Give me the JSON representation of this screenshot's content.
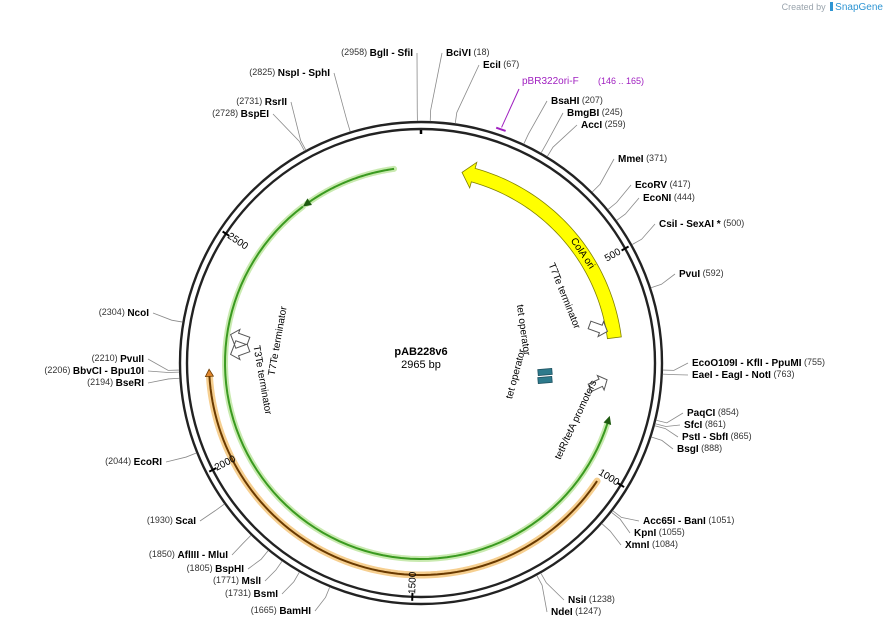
{
  "credit": {
    "text": "Created by",
    "brand": "SnapGene"
  },
  "plasmid": {
    "name": "pAB228v6",
    "length_label": "2965 bp",
    "length": 2965
  },
  "ticks": [
    {
      "pos": 500,
      "label": "500"
    },
    {
      "pos": 1000,
      "label": "1000"
    },
    {
      "pos": 1500,
      "label": "1500"
    },
    {
      "pos": 2000,
      "label": "2000"
    },
    {
      "pos": 2500,
      "label": "2500"
    }
  ],
  "features": [
    {
      "id": "cola-ori",
      "label": "ColA ori",
      "start": 100,
      "end": 680,
      "dir": -1,
      "color": "#ffff00",
      "stroke": "#808000",
      "kind": "arrow"
    },
    {
      "id": "t7te-top",
      "label": "T7Te terminator",
      "start": 680,
      "end": 720,
      "dir": 1,
      "color": "#ffffff",
      "stroke": "#555555",
      "kind": "term"
    },
    {
      "id": "tet-op-1",
      "label": "tet operator",
      "start": 760,
      "end": 780,
      "dir": 1,
      "color": "#2d7a8c",
      "stroke": "#1e5160",
      "kind": "box"
    },
    {
      "id": "tet-op-2",
      "label": "tet operator",
      "start": 782,
      "end": 802,
      "dir": 1,
      "color": "#2d7a8c",
      "stroke": "#1e5160",
      "kind": "box"
    },
    {
      "id": "tetr-promoters",
      "label": "tetR/tetA promoters",
      "start": 820,
      "end": 860,
      "dir": 1,
      "color": "#ffffff",
      "stroke": "#555555",
      "kind": "promoter"
    },
    {
      "id": "green-orf",
      "label": "",
      "start": 860,
      "end": 2680,
      "dir": -1,
      "color": "#3a9a20",
      "stroke": "#1e5a10",
      "kind": "arrow"
    },
    {
      "id": "orange-orf",
      "label": "",
      "start": 1020,
      "end": 2210,
      "dir": 1,
      "color": "#e08830",
      "stroke": "#6a3a00",
      "kind": "arrow"
    },
    {
      "id": "t7te-left",
      "label": "T7Te terminator",
      "start": 2240,
      "end": 2280,
      "dir": -1,
      "color": "#ffffff",
      "stroke": "#555555",
      "kind": "term"
    },
    {
      "id": "t3te-left",
      "label": "T3Te terminator",
      "start": 2200,
      "end": 2235,
      "dir": -1,
      "color": "#ffffff",
      "stroke": "#555555",
      "kind": "term"
    }
  ],
  "primer": {
    "label": "pBR322ori-F",
    "range_label": "(146 .. 165)",
    "start": 146,
    "end": 165
  },
  "enzymes": [
    {
      "pos": 18,
      "names": [
        "BciVI"
      ],
      "num_label": "(18)",
      "side": "R"
    },
    {
      "pos": 67,
      "names": [
        "EciI"
      ],
      "num_label": "(67)",
      "side": "R"
    },
    {
      "pos": 207,
      "names": [
        "BsaHI"
      ],
      "num_label": "(207)",
      "side": "R"
    },
    {
      "pos": 245,
      "names": [
        "BmgBI"
      ],
      "num_label": "(245)",
      "side": "R"
    },
    {
      "pos": 259,
      "names": [
        "AccI"
      ],
      "num_label": "(259)",
      "side": "R"
    },
    {
      "pos": 371,
      "names": [
        "MmeI"
      ],
      "num_label": "(371)",
      "side": "R"
    },
    {
      "pos": 417,
      "names": [
        "EcoRV"
      ],
      "num_label": "(417)",
      "side": "R"
    },
    {
      "pos": 444,
      "names": [
        "EcoNI"
      ],
      "num_label": "(444)",
      "side": "R"
    },
    {
      "pos": 500,
      "names": [
        "CsiI",
        "SexAI *"
      ],
      "num_label": "(500)",
      "side": "R"
    },
    {
      "pos": 592,
      "names": [
        "PvuI"
      ],
      "num_label": "(592)",
      "side": "R"
    },
    {
      "pos": 755,
      "names": [
        "EcoO109I",
        "KflI",
        "PpuMI"
      ],
      "num_label": "(755)",
      "side": "R"
    },
    {
      "pos": 763,
      "names": [
        "EaeI",
        "EagI",
        "NotI"
      ],
      "num_label": "(763)",
      "side": "R"
    },
    {
      "pos": 854,
      "names": [
        "PaqCI"
      ],
      "num_label": "(854)",
      "side": "R"
    },
    {
      "pos": 861,
      "names": [
        "SfcI"
      ],
      "num_label": "(861)",
      "side": "R"
    },
    {
      "pos": 865,
      "names": [
        "PstI",
        "SbfI"
      ],
      "num_label": "(865)",
      "side": "R"
    },
    {
      "pos": 888,
      "names": [
        "BsgI"
      ],
      "num_label": "(888)",
      "side": "R"
    },
    {
      "pos": 1051,
      "names": [
        "Acc65I",
        "BanI"
      ],
      "num_label": "(1051)",
      "side": "R"
    },
    {
      "pos": 1055,
      "names": [
        "KpnI"
      ],
      "num_label": "(1055)",
      "side": "R"
    },
    {
      "pos": 1084,
      "names": [
        "XmnI"
      ],
      "num_label": "(1084)",
      "side": "R"
    },
    {
      "pos": 1238,
      "names": [
        "NsiI"
      ],
      "num_label": "(1238)",
      "side": "R"
    },
    {
      "pos": 1247,
      "names": [
        "NdeI"
      ],
      "num_label": "(1247)",
      "side": "R"
    },
    {
      "pos": 1665,
      "names": [
        "BamHI"
      ],
      "num_label": "(1665)",
      "side": "L"
    },
    {
      "pos": 1731,
      "names": [
        "BsmI"
      ],
      "num_label": "(1731)",
      "side": "L"
    },
    {
      "pos": 1771,
      "names": [
        "MslI"
      ],
      "num_label": "(1771)",
      "side": "L"
    },
    {
      "pos": 1805,
      "names": [
        "BspHI"
      ],
      "num_label": "(1805)",
      "side": "L"
    },
    {
      "pos": 1850,
      "names": [
        "AflIII",
        "MluI"
      ],
      "num_label": "(1850)",
      "side": "L"
    },
    {
      "pos": 1930,
      "names": [
        "ScaI"
      ],
      "num_label": "(1930)",
      "side": "L"
    },
    {
      "pos": 2044,
      "names": [
        "EcoRI"
      ],
      "num_label": "(2044)",
      "side": "L"
    },
    {
      "pos": 2194,
      "names": [
        "BseRI"
      ],
      "num_label": "(2194)",
      "side": "L"
    },
    {
      "pos": 2206,
      "names": [
        "BbvCI",
        "Bpu10I"
      ],
      "num_label": "(2206)",
      "side": "L"
    },
    {
      "pos": 2210,
      "names": [
        "PvuII"
      ],
      "num_label": "(2210)",
      "side": "L"
    },
    {
      "pos": 2304,
      "names": [
        "NcoI"
      ],
      "num_label": "(2304)",
      "side": "L"
    },
    {
      "pos": 2728,
      "names": [
        "BspEI"
      ],
      "num_label": "(2728)",
      "side": "L"
    },
    {
      "pos": 2731,
      "names": [
        "RsrII"
      ],
      "num_label": "(2731)",
      "side": "L"
    },
    {
      "pos": 2825,
      "names": [
        "NspI",
        "SphI"
      ],
      "num_label": "(2825)",
      "side": "L"
    },
    {
      "pos": 2958,
      "names": [
        "BglI",
        "SfiI"
      ],
      "num_label": "(2958)",
      "side": "L"
    }
  ]
}
